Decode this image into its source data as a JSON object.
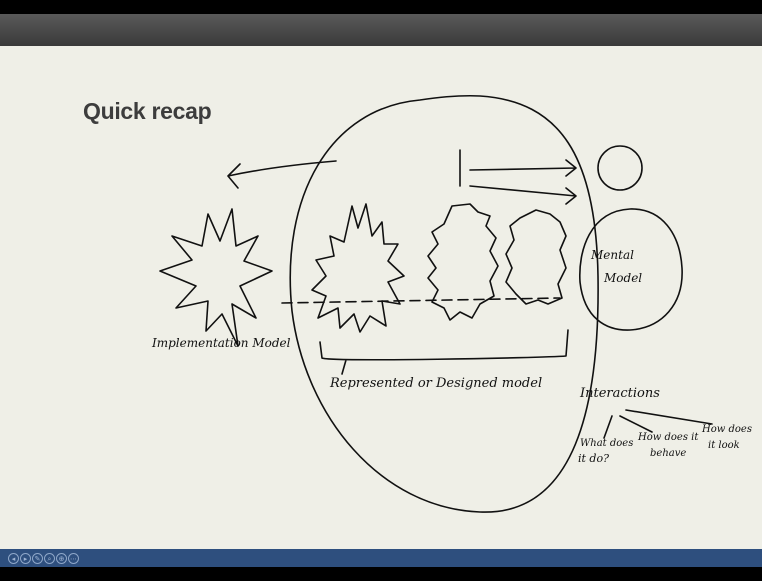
{
  "slide": {
    "title": "Quick recap",
    "labels": {
      "implementation_model": "Implementation Model",
      "mental_model_line1": "Mental",
      "mental_model_line2": "Model",
      "represented_model": "Represented or Designed model",
      "interactions": "Interactions",
      "q1_line1": "What does",
      "q1_line2": "it do?",
      "q2_line1": "How does it",
      "q2_line2": "behave",
      "q3_line1": "How does",
      "q3_line2": "it look"
    }
  },
  "player_controls": {
    "icons": [
      "previous-icon",
      "next-icon",
      "pen-icon",
      "search-icon",
      "zoom-icon",
      "menu-icon"
    ],
    "glyphs": [
      "◂",
      "▸",
      "✎",
      "⌕",
      "⊕",
      "⋯"
    ]
  },
  "colors": {
    "slide_background": "#efefe7",
    "control_bar": "#2e4f7e",
    "ink": "#111111"
  }
}
